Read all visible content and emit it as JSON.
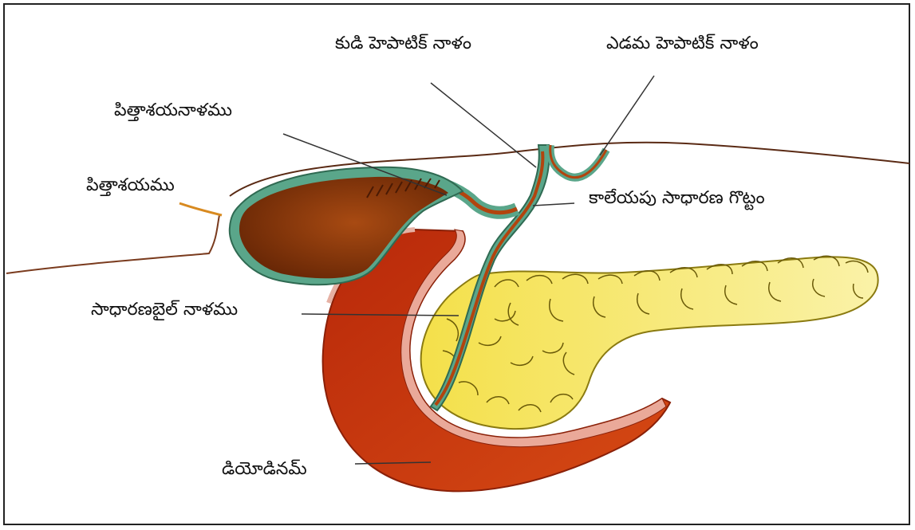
{
  "labels": {
    "right_hepatic_duct": "కుడి హెపాటిక్ నాళం",
    "left_hepatic_duct": "ఎడమ హెపాటిక్ నాళం",
    "cystic_duct": "పిత్తాశయనాళము",
    "gallbladder": "పిత్తాశయము",
    "common_hepatic_duct": "కాలేయపు సాధారణ గొట్టం",
    "common_bile_duct": "సాధారణబైల్ నాళము",
    "duodenum": "డియోడినమ్"
  },
  "colors": {
    "gallbladder_fill": "#8a3a0a",
    "duct_wall": "#5aa68a",
    "duodenum_fill": "#c0300c",
    "duodenum_rim": "#e9a99a",
    "pancreas_fill": "#f2e24a",
    "pancreas_lobule": "#f7ec6e",
    "leader_line": "#333333"
  }
}
